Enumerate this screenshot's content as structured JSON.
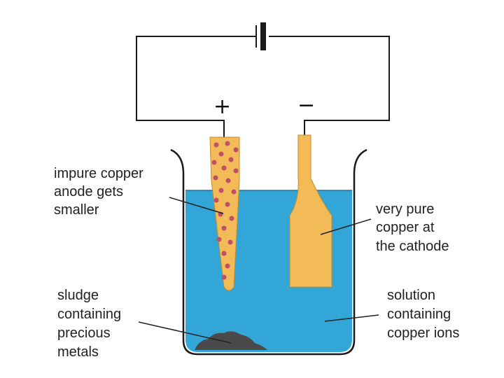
{
  "signs": {
    "plus": "+",
    "minus": "−"
  },
  "labels": {
    "anode": [
      "impure copper",
      "anode gets",
      "smaller"
    ],
    "cathode": [
      "very pure",
      "copper at",
      "the cathode"
    ],
    "sludge": [
      "sludge",
      "containing",
      "precious",
      "metals"
    ],
    "solution": [
      "solution",
      "containing",
      "copper ions"
    ]
  },
  "colors": {
    "solution": "#33a6d8",
    "copper": "#f2bb57",
    "copper_dots": "#c0506a",
    "sludge": "#4a4a4a",
    "wire": "#1a1a1a"
  }
}
